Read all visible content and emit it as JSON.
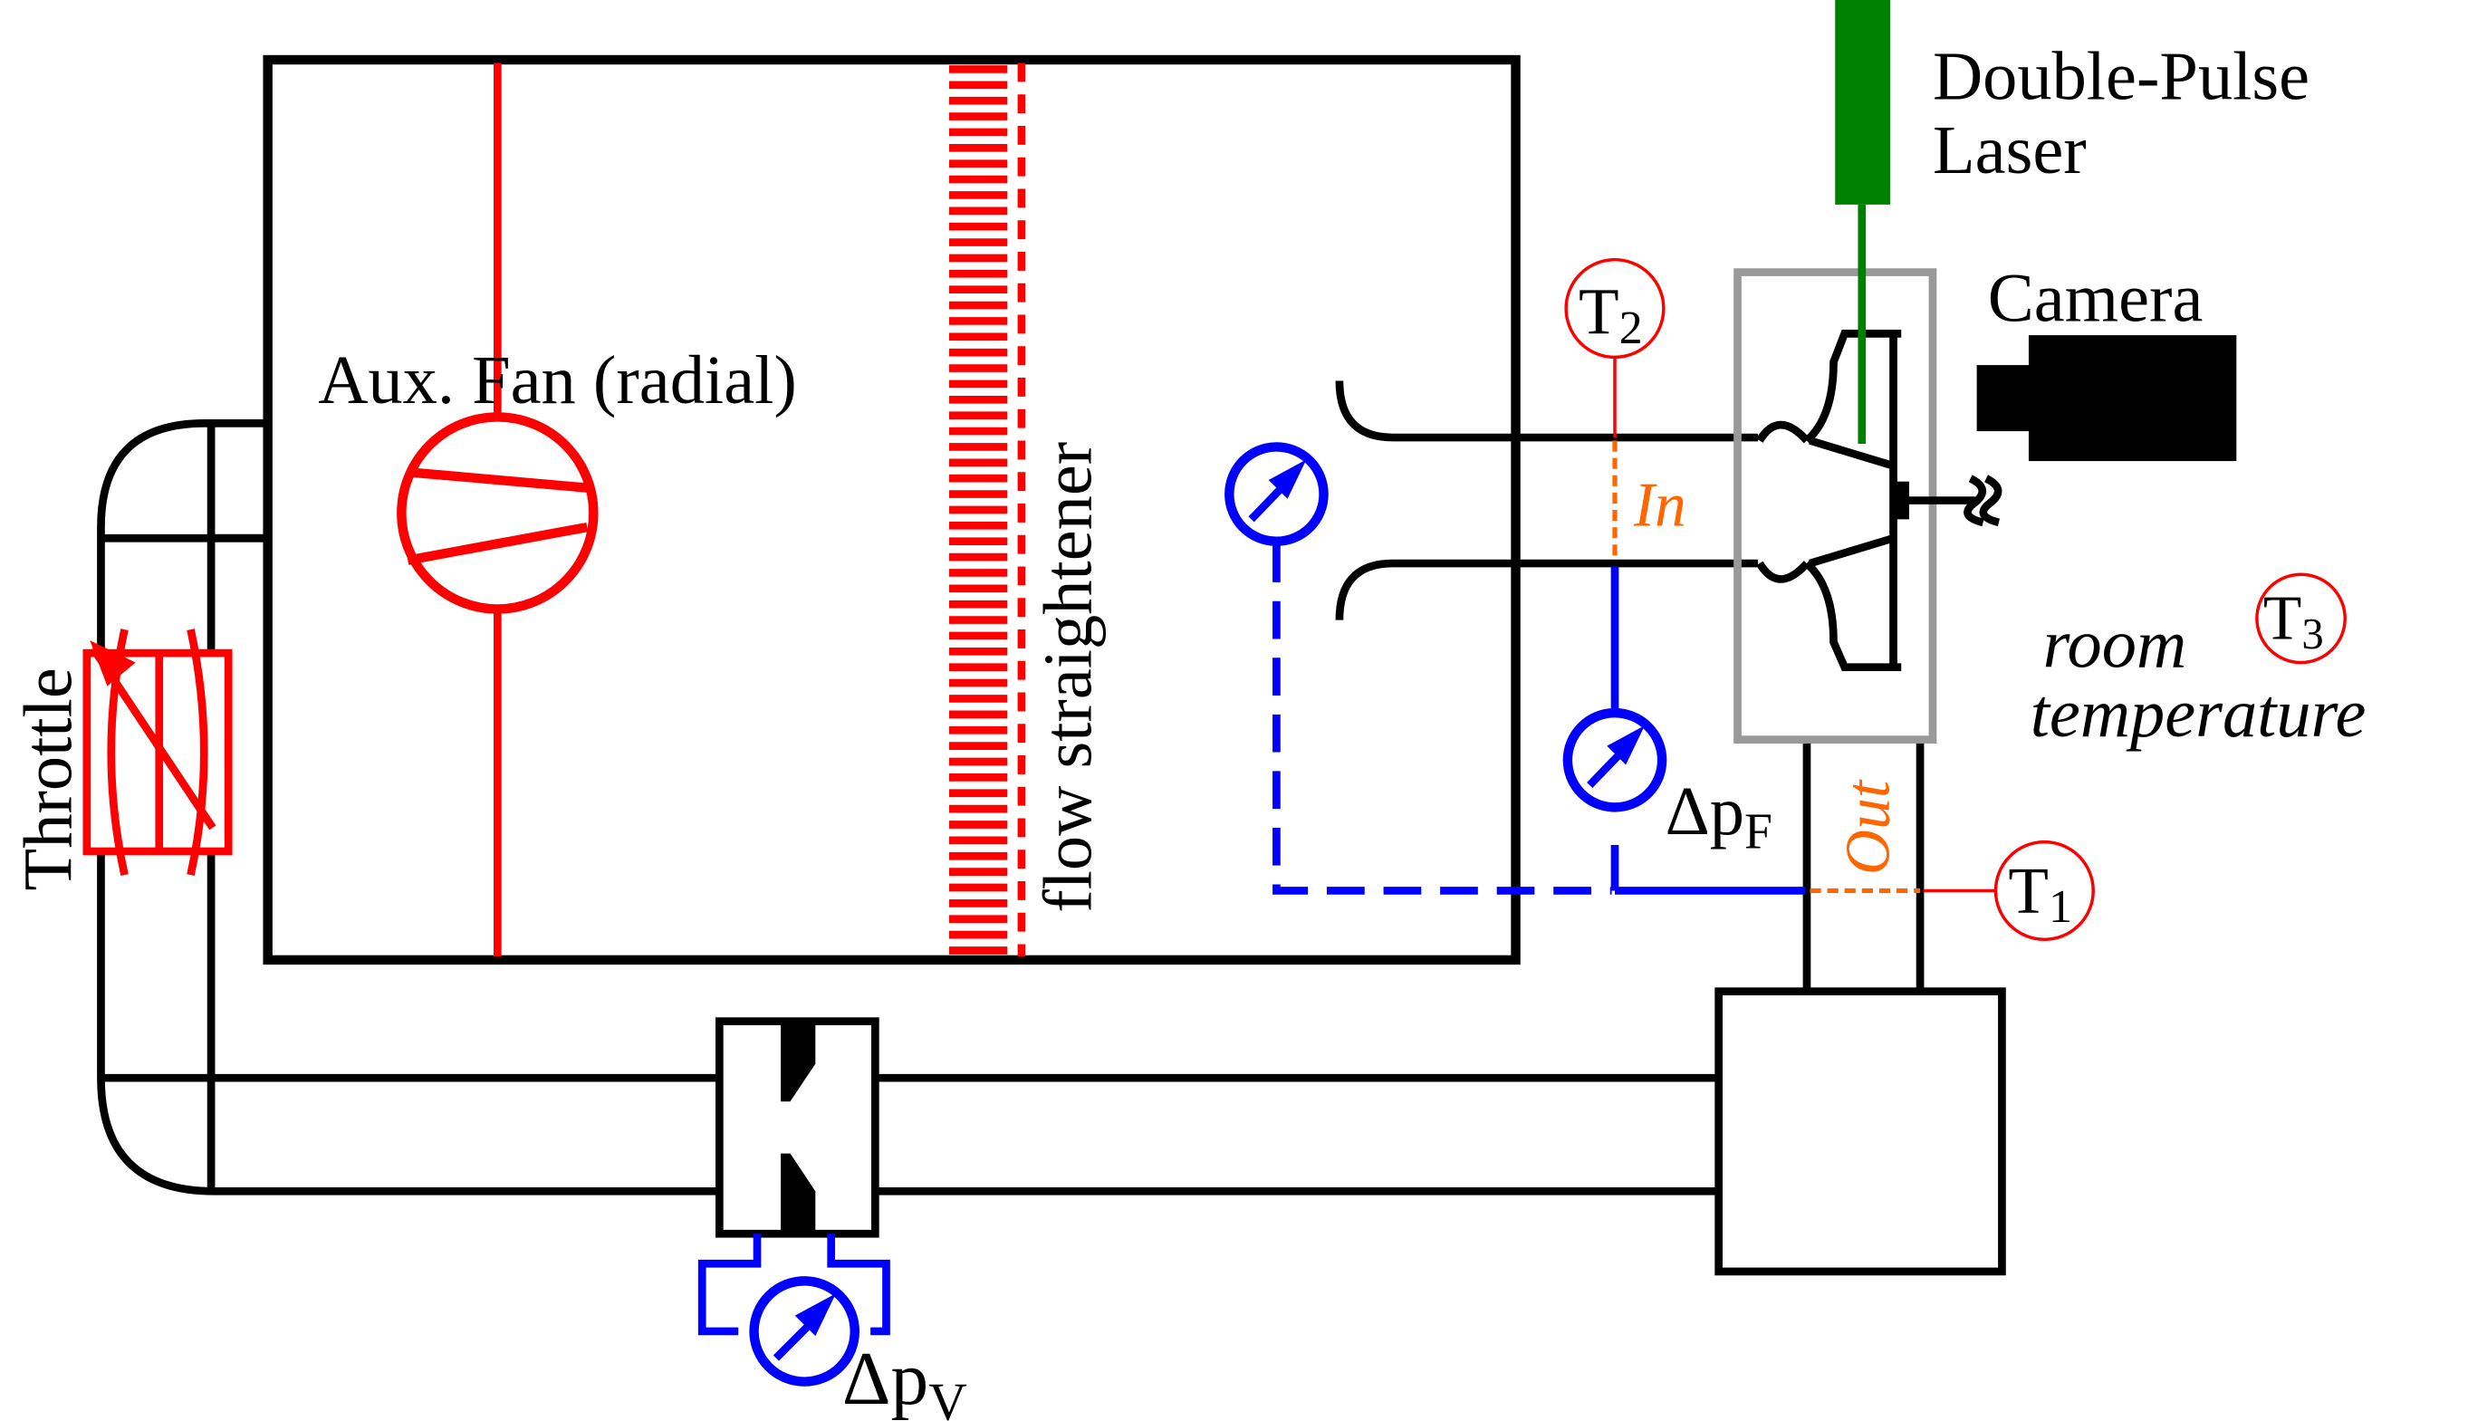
{
  "colors": {
    "structure": "#000000",
    "fan": "#ff0000",
    "pressure": "#0000ff",
    "laser": "#008000",
    "enclosure": "#999999",
    "in_out": "#ff6600",
    "sensor": "#ff0000"
  },
  "labels": {
    "laser_line1": "Double-Pulse",
    "laser_line2": "Laser",
    "camera": "Camera",
    "aux_fan": "Aux. Fan (radial)",
    "flow_straightener": "flow straightener",
    "throttle": "Throttle",
    "inlet": "In",
    "outlet": "Out",
    "room_line1": "room",
    "room_line2": "temperature",
    "dp_fan_main": "Δp",
    "dp_fan_sub": "F",
    "dp_venturi_main": "Δp",
    "dp_venturi_sub": "V"
  },
  "sensors": [
    {
      "id": "t2",
      "main": "T",
      "sub": "2"
    },
    {
      "id": "t1",
      "main": "T",
      "sub": "1"
    },
    {
      "id": "t3",
      "main": "T",
      "sub": "3"
    }
  ],
  "icons": {
    "fan": "radial-fan-icon",
    "gauge": "pressure-gauge-icon",
    "throttle": "throttle-valve-icon",
    "camera": "camera-icon",
    "venturi": "venturi-nozzle-icon"
  }
}
